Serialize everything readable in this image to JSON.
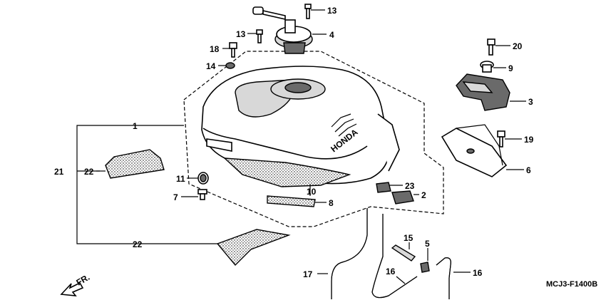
{
  "diagram": {
    "code": "MCJ3-F1400B",
    "brand": "HONDA",
    "front_indicator": "FR.",
    "callouts": {
      "c1": "1",
      "c2": "2",
      "c3": "3",
      "c4": "4",
      "c5": "5",
      "c6": "6",
      "c7": "7",
      "c8": "8",
      "c9": "9",
      "c10": "10",
      "c11": "11",
      "c13a": "13",
      "c13b": "13",
      "c14": "14",
      "c15": "15",
      "c16a": "16",
      "c16b": "16",
      "c17": "17",
      "c18": "18",
      "c19": "19",
      "c20": "20",
      "c21": "21",
      "c22a": "22",
      "c22b": "22",
      "c23": "23"
    }
  }
}
